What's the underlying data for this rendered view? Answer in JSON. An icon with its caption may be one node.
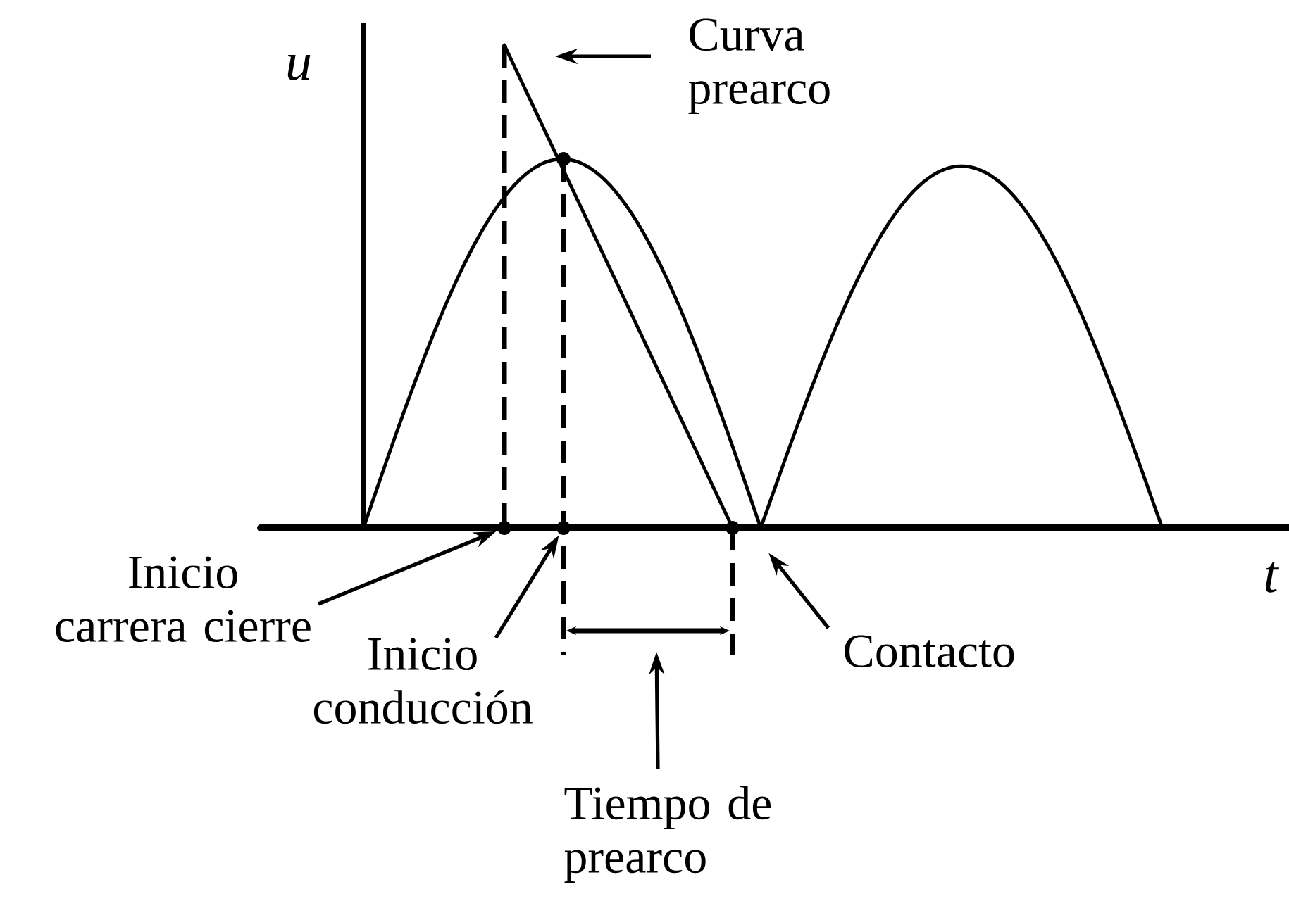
{
  "diagram": {
    "nodes": [
      {
        "text": [
          "Curva prearco"
        ]
      },
      {
        "text": [
          "Inicio carrera cierre"
        ]
      },
      {
        "text": [],
        "shape": "circle"
      },
      {
        "text": [
          "Inicio conducción"
        ]
      },
      {
        "text": [],
        "shape": "circle"
      },
      {
        "text": [
          "Contacto"
        ]
      },
      {
        "text": [
          "Tiempo de prearco"
        ]
      }
    ],
    "edges": [
      {
        "from": 0,
        "to": null,
        "arrow": "to"
      },
      {
        "from": 1,
        "to": 2,
        "arrow": "to"
      },
      {
        "from": 3,
        "to": 4,
        "arrow": "to"
      },
      {
        "from": 5,
        "to": null,
        "arrow": "to"
      },
      {
        "from": 6,
        "to": null,
        "arrow": "to"
      }
    ],
    "labels": [
      "u",
      "t"
    ]
  }
}
